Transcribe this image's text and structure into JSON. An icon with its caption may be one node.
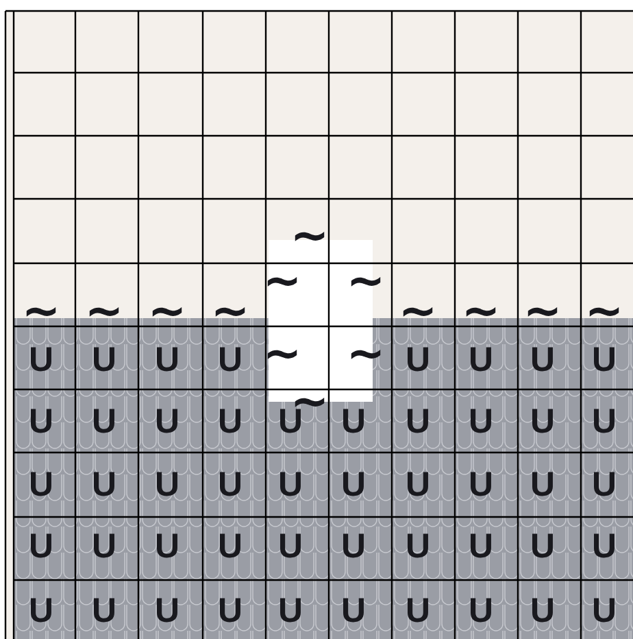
{
  "diagram": {
    "labels": [
      "~",
      "~",
      "~",
      "~",
      "~",
      "~",
      "~",
      "~",
      "~",
      "~",
      "~",
      "U",
      "U",
      "U",
      "U",
      "~",
      "~",
      "U",
      "U",
      "U",
      "U",
      "~",
      "U",
      "U",
      "U",
      "U",
      "U",
      "U",
      "U",
      "U",
      "U",
      "U",
      "U",
      "U",
      "U",
      "U",
      "U",
      "U",
      "U",
      "U",
      "U",
      "U",
      "U",
      "U",
      "U",
      "U",
      "U",
      "U",
      "U",
      "U",
      "U",
      "U",
      "U",
      "U",
      "U",
      "U",
      "U",
      "U",
      "U",
      "U",
      "U",
      "U"
    ]
  }
}
